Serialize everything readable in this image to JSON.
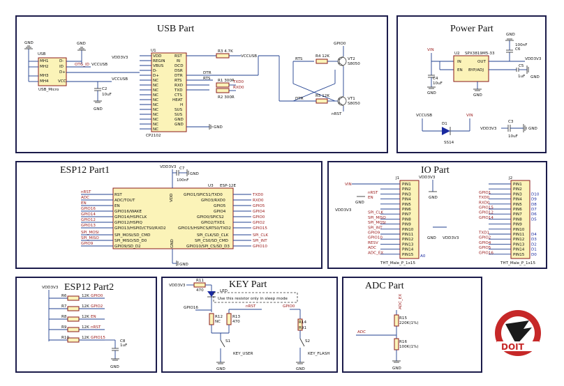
{
  "sections": {
    "usb": {
      "title": "USB Part"
    },
    "power": {
      "title": "Power Part"
    },
    "esp1": {
      "title": "ESP12 Part1"
    },
    "io": {
      "title": "IO Part"
    },
    "esp2": {
      "title": "ESP12 Part2"
    },
    "key": {
      "title": "KEY Part"
    },
    "adc": {
      "title": "ADC Part"
    }
  },
  "usb": {
    "connector_label": "USB",
    "connector_name": "USB_Micro",
    "connector_pins": [
      "MH1",
      "MH2",
      "D-",
      "ID",
      "D+",
      "MH3",
      "MH4",
      "VCC"
    ],
    "gnd": "GND",
    "net_otg": "OTG_ID",
    "net_vccusb": "VCCUSB",
    "net_vdd3v3": "VDD3V3",
    "cap_c2": "C2",
    "cap_c2_val": "10uF",
    "chip_ref": "U1",
    "chip_name": "CP2102",
    "chip_left_pins": [
      "VDD",
      "REGIN",
      "VBUS",
      "D-",
      "D+",
      "NC",
      "NC",
      "NC",
      "NC",
      "NC",
      "NC",
      "NC",
      "NC",
      "NC",
      "NC",
      "NC",
      "NC"
    ],
    "chip_right_pins": [
      "RST",
      "RI",
      "DCD",
      "DSR",
      "DTR",
      "RTS",
      "RXD",
      "TXD",
      "CTS",
      "HEAT",
      "H",
      "SUS",
      "SUS",
      "GND",
      "GND"
    ],
    "r3": "R3 4.7K",
    "r1": "R1 300R",
    "r2": "R2 300R",
    "r4": "R4 12K",
    "r5": "R5 12K",
    "txd0": "TXD0",
    "rxd0": "RXD0",
    "gpio0": "GPIO0",
    "nrst": "nRST",
    "rts": "RTS",
    "dtr": "DTR",
    "vt2": "VT2",
    "vt2_part": "S8050",
    "vt1": "VT1",
    "vt1_part": "S8050"
  },
  "power": {
    "vin": "VIN",
    "u2": "U2",
    "u2_name": "SPX3819M5-33",
    "pins": [
      "IN",
      "EN",
      "OUT",
      "BYP/ADJ"
    ],
    "c4": "C4",
    "c4_val": "10uF",
    "c6": "C6",
    "c6_val": "100nF",
    "c5": "C5",
    "c5_val": "1uF",
    "vdd3v3": "VDD3V3",
    "gnd": "GND",
    "vccusb": "VCCUSB",
    "d1": "D1",
    "d1_part": "SS14",
    "c3": "C3",
    "c3_val": "10uF"
  },
  "esp1": {
    "vdd3v3": "VDD3V3",
    "c7": "C7",
    "c7_val": "100nF",
    "u3": "U3",
    "u3_name": "ESP-12E",
    "vdd": "VDD",
    "gnd": "GND",
    "left_nets": [
      "nRST",
      "ADC",
      "EN",
      "GPIO16",
      "GPIO14",
      "GPIO12",
      "GPIO13",
      "SPI_MOSI",
      "SPI_MISO",
      "GPIO9"
    ],
    "left_pins": [
      "RST",
      "ADC/TOUT",
      "EN",
      "GPIO16/WAKE",
      "GPIO14/HSPICLK",
      "GPIO12/HSPIQ",
      "GPIO13/HSPID/CTS0/RXD2",
      "SPI_MOSI/SD_CMD",
      "SPI_MISO/SD_D0",
      "GPIO9/SD_D2"
    ],
    "right_pins": [
      "GPIO1/SPICS1/TXD0",
      "GPIO3/RXD0",
      "GPIO5",
      "GPIO4",
      "GPIO0/SPICS2",
      "GPIO2/TXD1",
      "GPIO15/HSPICS/RTS0/TXD2",
      "SPI_CLK/SD_CLK",
      "SPI_CS0/SD_CMD",
      "GPIO10/SPI_CS/SD_D3"
    ],
    "right_nets": [
      "TXD0",
      "RXD0",
      "GPIO5",
      "GPIO4",
      "GPIO0",
      "GPIO2",
      "GPIO15",
      "SPI_CLK",
      "SPI_INT",
      "GPIO10"
    ]
  },
  "io": {
    "j1": "J1",
    "j2": "J2",
    "j1_name": "THT_Male_P_1x15",
    "j2_name": "THT_Male_P_1x15",
    "vin": "VIN",
    "vdd3v3": "VDD3V3",
    "gnd": "GND",
    "j1_nets": [
      "",
      "",
      "nRST",
      "EN",
      "",
      "",
      "SPI_CLK",
      "SPI_MISO",
      "SPI_MOSI",
      "SPI_INT",
      "GPIO9",
      "GPIO10",
      "RESV",
      "ADC",
      "ADC_EX"
    ],
    "j2_nets": [
      "",
      "",
      "GPIO1",
      "TXD0",
      "RXD0",
      "GPIO15",
      "GPIO12",
      "GPIO14",
      "",
      "",
      "TXD1",
      "GPIO2",
      "GPIO4",
      "GPIO5",
      "GPIO16"
    ],
    "j2_d": [
      "D10",
      "D9",
      "D8",
      "D7",
      "D6",
      "D5",
      "",
      "",
      "D4",
      "D3",
      "D2",
      "D1",
      "D0"
    ],
    "a0": "A0",
    "pins": [
      "PIN1",
      "PIN2",
      "PIN3",
      "PIN4",
      "PIN5",
      "PIN6",
      "PIN7",
      "PIN8",
      "PIN9",
      "PIN10",
      "PIN11",
      "PIN12",
      "PIN13",
      "PIN14",
      "PIN15"
    ]
  },
  "esp2": {
    "vdd3v3": "VDD3V3",
    "rows": [
      {
        "ref": "R6",
        "val": "12K",
        "net": "GPIO0"
      },
      {
        "ref": "R7",
        "val": "12K",
        "net": "GPIO2"
      },
      {
        "ref": "R8",
        "val": "12K",
        "net": "EN"
      },
      {
        "ref": "R9",
        "val": "12K",
        "net": "nRST"
      },
      {
        "ref": "R10",
        "val": "12K",
        "net": "GPIO15"
      }
    ],
    "c8": "C8",
    "c8_val": "1uF"
  },
  "key": {
    "vdd3v3": "VDD3V3",
    "r11": "R11",
    "r11_val": "470",
    "led": "LED",
    "note": "Use this resistor only in sleep mode",
    "gpio16": "GPIO16",
    "r12": "R12",
    "r12_val": "NC",
    "r13": "R13",
    "r13_val": "470",
    "nrst": "nRST",
    "gpio0": "GPIO0",
    "r14": "R14",
    "r14_val": "R91",
    "s1": "S1",
    "s2": "S2",
    "key_user": "KEY_USER",
    "key_flash": "KEY_FLASH",
    "gnd": "GND"
  },
  "adc": {
    "adc_ex": "ADC_EX",
    "adc": "ADC",
    "r15": "R15",
    "r15_val": "220K(1%)",
    "r16": "R16",
    "r16_val": "100K(1%)",
    "gnd": "GND"
  },
  "logo": {
    "text": "DOIT"
  }
}
